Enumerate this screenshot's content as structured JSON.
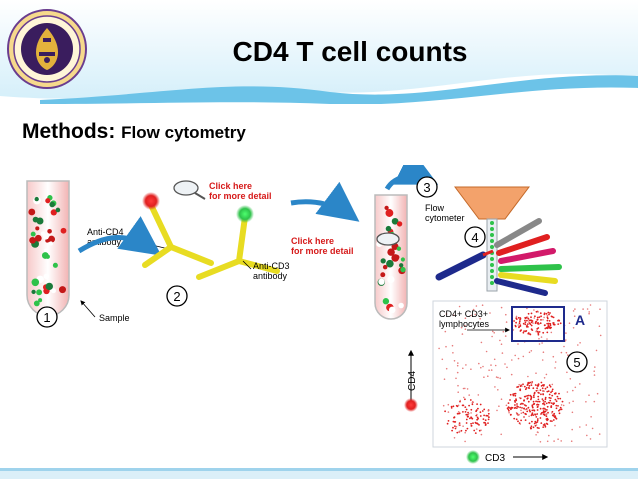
{
  "slide": {
    "title": "CD4 T cell counts",
    "methods_label": "Methods:",
    "methods_value": "Flow cytometry"
  },
  "colors": {
    "header_blue": "#6cc3e8",
    "accent_blue": "#2a8fd1",
    "arrow_blue": "#2b86c8",
    "click_red": "#d61a1a",
    "antibody_yellow": "#e8dc22",
    "cd4_red": "#e02020",
    "cd3_green": "#2ec24a",
    "gate_navy": "#1e2a8c"
  },
  "figure": {
    "anti_cd4": "Anti-CD4\nantibody",
    "anti_cd3": "Anti-CD3\nantibody",
    "click_1": "Click here\nfor more detail",
    "click_2": "Click here\nfor more detail",
    "sample": "Sample",
    "flow_cytometer": "Flow\ncytometer",
    "gate_label": "CD4+ CD3+\nlymphocytes",
    "gate_letter": "A",
    "axis_y": "CD4",
    "axis_x": "CD3",
    "steps": [
      "1",
      "2",
      "3",
      "4",
      "5"
    ]
  }
}
